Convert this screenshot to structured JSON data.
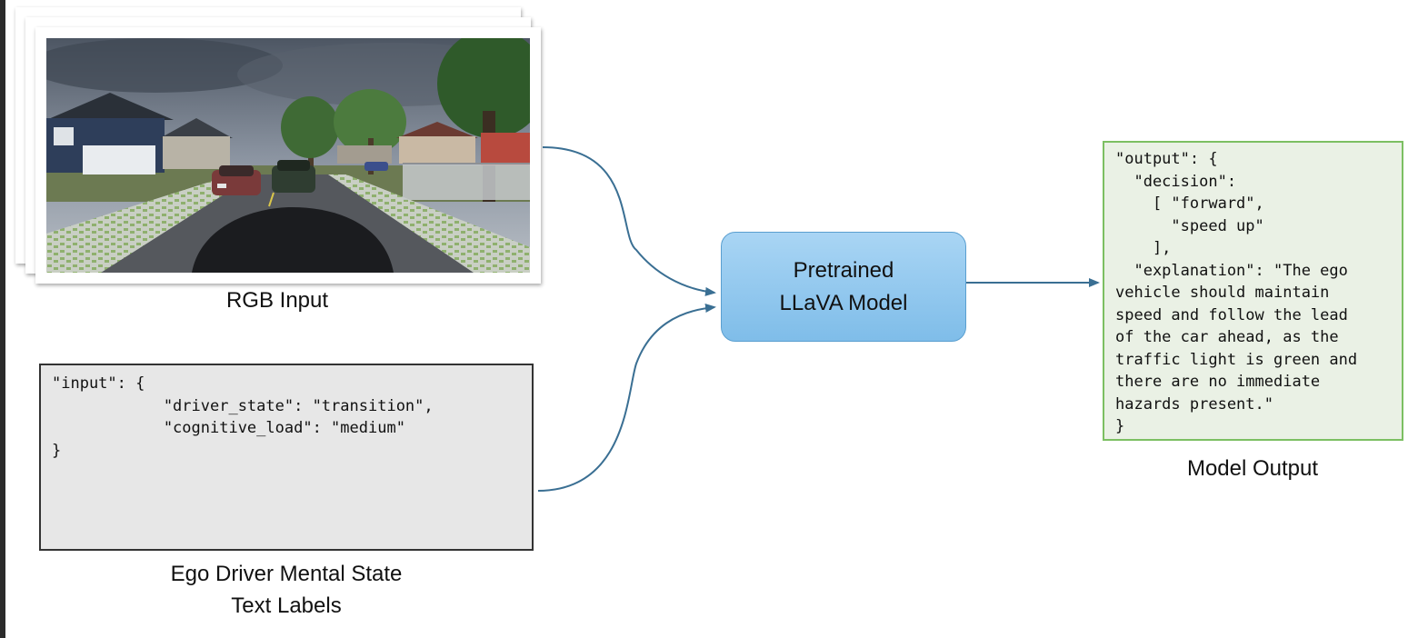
{
  "rgb_input": {
    "label": "RGB Input"
  },
  "driver_state": {
    "label_line1": "Ego Driver Mental State",
    "label_line2": "Text Labels",
    "code": "\"input\": {\n            \"driver_state\": \"transition\",\n            \"cognitive_load\": \"medium\"\n}"
  },
  "model": {
    "title": "Pretrained\nLLaVA Model"
  },
  "output": {
    "label": "Model Output",
    "code": "\"output\": {\n  \"decision\":\n    [ \"forward\",\n      \"speed up\"\n    ],\n  \"explanation\": \"The ego\nvehicle should maintain\nspeed and follow the lead\nof the car ahead, as the\ntraffic light is green and\nthere are no immediate\nhazards present.\"\n}"
  },
  "colors": {
    "arrow": "#3a6f93",
    "model_fill": "#8cc6ee",
    "output_border": "#7cbf62",
    "input_fill": "#e7e7e7"
  }
}
